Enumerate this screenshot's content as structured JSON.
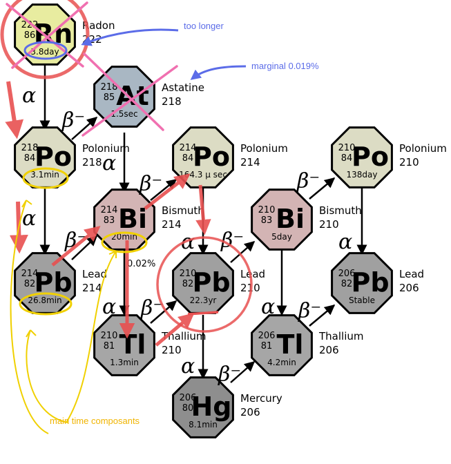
{
  "nuclides": [
    {
      "id": "rn222",
      "symbol": "Rn",
      "mass": "222",
      "z": "86",
      "lifetime": "3.8day",
      "name": "Radon",
      "name_mass": "222",
      "color": "#e8eca0"
    },
    {
      "id": "at218",
      "symbol": "At",
      "mass": "218",
      "z": "85",
      "lifetime": "1.5sec",
      "name": "Astatine",
      "name_mass": "218",
      "color": "#a9b7c3"
    },
    {
      "id": "po218",
      "symbol": "Po",
      "mass": "218",
      "z": "84",
      "lifetime": "3.1min",
      "name": "Polonium",
      "name_mass": "218",
      "color": "#dcdcc4"
    },
    {
      "id": "po214",
      "symbol": "Po",
      "mass": "214",
      "z": "84",
      "lifetime": "164.3 μ sec",
      "name": "Polonium",
      "name_mass": "214",
      "color": "#dcdcc4"
    },
    {
      "id": "po210",
      "symbol": "Po",
      "mass": "210",
      "z": "84",
      "lifetime": "138day",
      "name": "Polonium",
      "name_mass": "210",
      "color": "#dcdcc4"
    },
    {
      "id": "bi214",
      "symbol": "Bi",
      "mass": "214",
      "z": "83",
      "lifetime": "20min",
      "name": "Bismuth",
      "name_mass": "214",
      "color": "#d3b4b4"
    },
    {
      "id": "bi210",
      "symbol": "Bi",
      "mass": "210",
      "z": "83",
      "lifetime": "5day",
      "name": "Bismuth",
      "name_mass": "210",
      "color": "#d3b4b4"
    },
    {
      "id": "pb214",
      "symbol": "Pb",
      "mass": "214",
      "z": "82",
      "lifetime": "26.8min",
      "name": "Lead",
      "name_mass": "214",
      "color": "#a0a0a0"
    },
    {
      "id": "pb210",
      "symbol": "Pb",
      "mass": "210",
      "z": "82",
      "lifetime": "22.3yr",
      "name": "Lead",
      "name_mass": "210",
      "color": "#a0a0a0"
    },
    {
      "id": "pb206",
      "symbol": "Pb",
      "mass": "206",
      "z": "82",
      "lifetime": "Stable",
      "name": "Lead",
      "name_mass": "206",
      "color": "#a0a0a0"
    },
    {
      "id": "tl210",
      "symbol": "Tl",
      "mass": "210",
      "z": "81",
      "lifetime": "1.3min",
      "name": "Thallium",
      "name_mass": "210",
      "color": "#a6a6a6"
    },
    {
      "id": "tl206",
      "symbol": "Tl",
      "mass": "206",
      "z": "81",
      "lifetime": "4.2min",
      "name": "Thallium",
      "name_mass": "206",
      "color": "#a6a6a6"
    },
    {
      "id": "hg206",
      "symbol": "Hg",
      "mass": "206",
      "z": "80",
      "lifetime": "8.1min",
      "name": "Mercury",
      "name_mass": "206",
      "color": "#8e8e8e"
    }
  ],
  "decay_labels": {
    "alpha": "α",
    "beta": "β⁻"
  },
  "branch_percent": "0.02%",
  "annotations": {
    "too_longer": "too longer",
    "marginal": "marginal 0.019%",
    "main_time": "main time composants"
  },
  "colors": {
    "annotation_blue": "#5b6ce8",
    "annotation_yellow": "#f0d000",
    "highlight_red": "#e85050",
    "pink_cross": "#f070b0"
  }
}
